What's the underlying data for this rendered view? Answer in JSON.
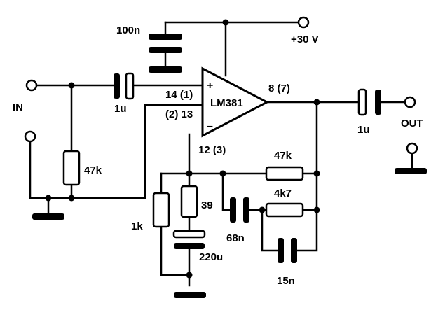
{
  "labels": {
    "cap_supply": "100n",
    "supply": "+30 V",
    "input": "IN",
    "cap_in": "1u",
    "pin_noninv": "14 (1)",
    "pin_inv": "(2) 13",
    "ic": "LM381",
    "pin_out": "8 (7)",
    "cap_out": "1u",
    "output": "OUT",
    "pin_gnd": "12 (3)",
    "r_in": "47k",
    "r_fb1": "47k",
    "r_fb2": "4k7",
    "r_1k": "1k",
    "r_39": "39",
    "cap_68n": "68n",
    "cap_220u": "220u",
    "cap_15n": "15n",
    "plus": "+",
    "minus": "–"
  }
}
